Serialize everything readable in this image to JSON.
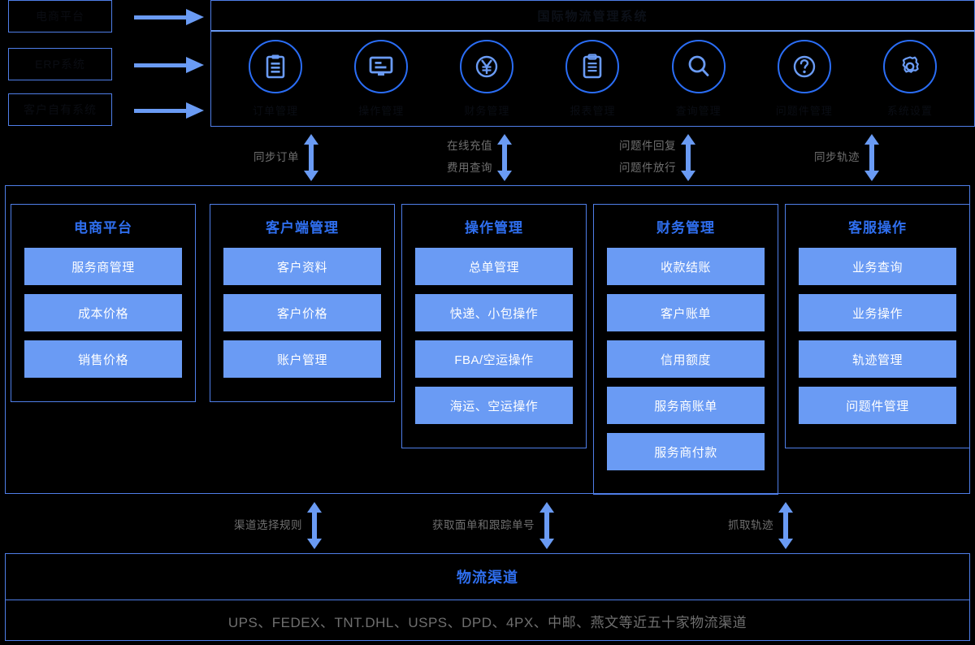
{
  "sources": {
    "items": [
      {
        "label": "电商平台"
      },
      {
        "label": "ERP系统"
      },
      {
        "label": "客户自有系统"
      }
    ]
  },
  "platform": {
    "title": "国际物流管理系统",
    "menu": [
      {
        "icon": "document-icon",
        "label": "订单管理"
      },
      {
        "icon": "monitor-icon",
        "label": "操作管理"
      },
      {
        "icon": "yen-icon",
        "label": "财务管理"
      },
      {
        "icon": "clipboard-icon",
        "label": "报表管理"
      },
      {
        "icon": "search-icon",
        "label": "查询管理"
      },
      {
        "icon": "question-icon",
        "label": "问题件管理"
      },
      {
        "icon": "gear-icon",
        "label": "系统设置"
      }
    ]
  },
  "upper_flows": [
    {
      "lines": [
        "同步订单"
      ]
    },
    {
      "lines": [
        "在线充值",
        "费用查询"
      ]
    },
    {
      "lines": [
        "问题件回复",
        "问题件放行"
      ]
    },
    {
      "lines": [
        "同步轨迹"
      ]
    }
  ],
  "lower_flows": [
    {
      "lines": [
        "渠道选择规则"
      ]
    },
    {
      "lines": [
        "获取面单和跟踪单号"
      ]
    },
    {
      "lines": [
        "抓取轨迹"
      ]
    }
  ],
  "modules": {
    "columns": [
      {
        "title": "电商平台",
        "items": [
          "服务商管理",
          "成本价格",
          "销售价格"
        ]
      },
      {
        "title": "客户端管理",
        "items": [
          "客户资料",
          "客户价格",
          "账户管理"
        ]
      },
      {
        "title": "操作管理",
        "items": [
          "总单管理",
          "快递、小包操作",
          "FBA/空运操作",
          "海运、空运操作"
        ]
      },
      {
        "title": "财务管理",
        "items": [
          "收款结账",
          "客户账单",
          "信用额度",
          "服务商账单",
          "服务商付款"
        ]
      },
      {
        "title": "客服操作",
        "items": [
          "业务查询",
          "业务操作",
          "轨迹管理",
          "问题件管理"
        ]
      }
    ]
  },
  "channels": {
    "title": "物流渠道",
    "list": "UPS、FEDEX、TNT.DHL、USPS、DPD、4PX、中邮、燕文等近五十家物流渠道"
  },
  "colors": {
    "background": "#000000",
    "border_blue": "#4f7ee8",
    "accent_blue": "#2f6ff0",
    "chip_blue": "#6a9bf4",
    "flow_text": "#6f6f6f",
    "dark_text": "#0a0d14"
  }
}
